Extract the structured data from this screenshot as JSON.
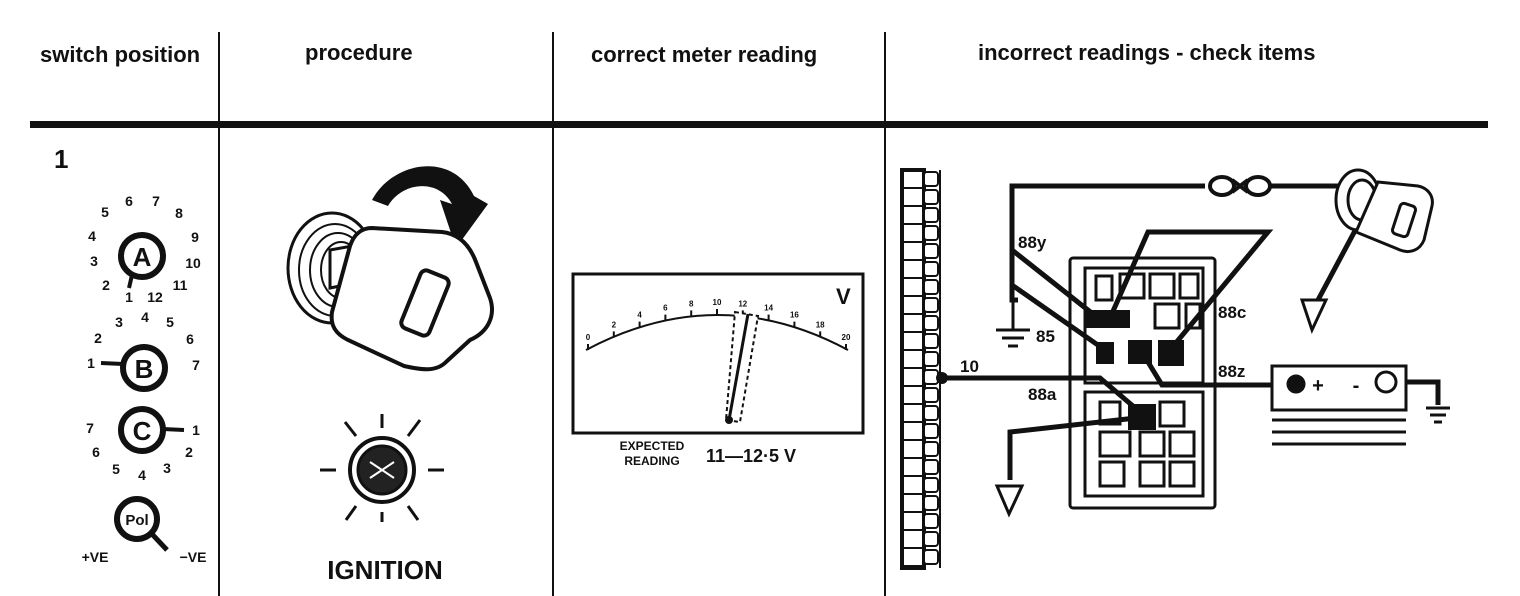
{
  "headers": {
    "switch_position": "switch position",
    "procedure": "procedure",
    "correct_meter_reading": "correct meter reading",
    "incorrect_readings": "incorrect readings - check items"
  },
  "row": {
    "number": "1",
    "switch_a": {
      "label": "A",
      "positions": [
        "1",
        "2",
        "3",
        "4",
        "5",
        "6",
        "7",
        "8",
        "9",
        "10",
        "11",
        "12"
      ]
    },
    "switch_b": {
      "label": "B",
      "positions": [
        "1",
        "2",
        "3",
        "4",
        "5",
        "6",
        "7"
      ]
    },
    "switch_c": {
      "label": "C",
      "positions": [
        "1",
        "2",
        "3",
        "4",
        "5",
        "6",
        "7"
      ]
    },
    "polarity": {
      "label": "Pol",
      "plus": "+VE",
      "minus": "−VE"
    },
    "procedure_label": "IGNITION",
    "meter": {
      "unit": "V",
      "scale": [
        "0",
        "2",
        "4",
        "6",
        "8",
        "10",
        "12",
        "14",
        "16",
        "18",
        "20"
      ],
      "expected_label_line1": "EXPECTED",
      "expected_label_line2": "READING",
      "expected_value": "11—12·5 V"
    },
    "circuit_labels": {
      "t88y": "88y",
      "t85": "85",
      "t88c": "88c",
      "t10": "10",
      "t88z": "88z",
      "t88a": "88a",
      "plus": "+",
      "minus": "-"
    }
  }
}
